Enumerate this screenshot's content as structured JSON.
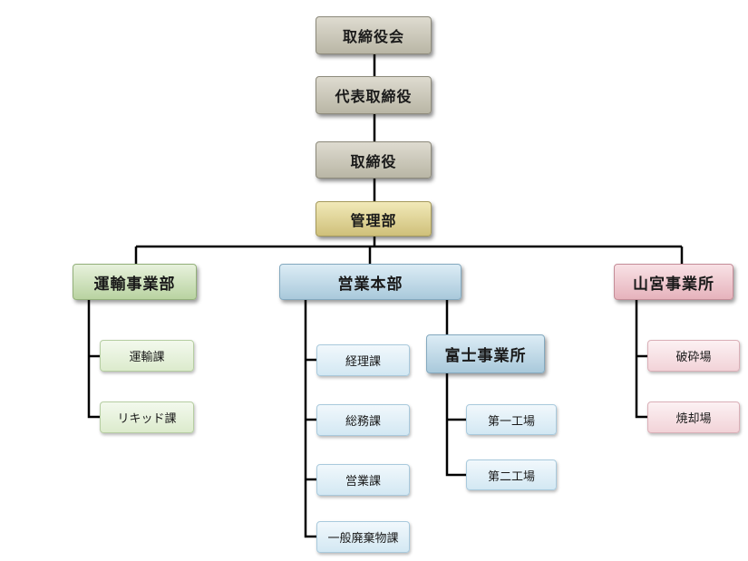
{
  "org": {
    "board": "取締役会",
    "president": "代表取締役",
    "directors": "取締役",
    "admin": "管理部",
    "transport": {
      "title": "運輸事業部",
      "sections": [
        "運輸課",
        "リキッド課"
      ]
    },
    "sales": {
      "title": "営業本部",
      "sections": [
        "経理課",
        "総務課",
        "営業課",
        "一般廃棄物課"
      ]
    },
    "fuji": {
      "title": "富士事業所",
      "sections": [
        "第一工場",
        "第二工場"
      ]
    },
    "yamamiya": {
      "title": "山宮事業所",
      "sections": [
        "破砕場",
        "焼却場"
      ]
    }
  }
}
